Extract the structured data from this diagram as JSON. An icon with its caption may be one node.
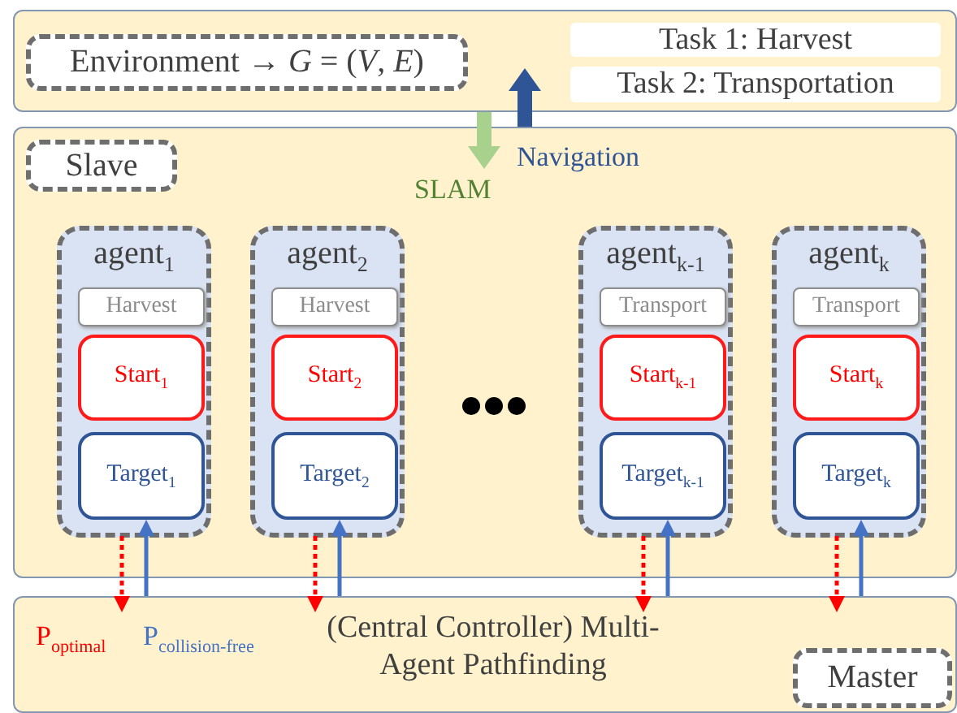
{
  "diagram": {
    "nodes": [
      {
        "text": [],
        "shape": "box"
      },
      {
        "text": [
          "Environment → *G* = (*V*, *E*)"
        ],
        "in": 0
      },
      {
        "text": [
          "Task 1: Harvest"
        ],
        "in": 0
      },
      {
        "text": [
          "Task 2: Transportation"
        ],
        "in": 0
      },
      {
        "text": [],
        "shape": "box"
      },
      {
        "text": [
          "Slave"
        ],
        "in": 4
      },
      {
        "text": [
          "agent$_{1}$"
        ],
        "in": 4
      },
      {
        "text": [
          "Harvest"
        ],
        "in": 6
      },
      {
        "text": [
          "Start$_{1}$"
        ],
        "in": 6
      },
      {
        "text": [
          "Target$_{1}$"
        ],
        "in": 6
      },
      {
        "text": [
          "agent$_{2}$"
        ],
        "in": 4
      },
      {
        "text": [
          "Harvest"
        ],
        "in": 10
      },
      {
        "text": [
          "Start$_{2}$"
        ],
        "in": 10
      },
      {
        "text": [
          "Target$_{2}$"
        ],
        "in": 10
      },
      {
        "text": [
          "agent$_{k-1}$"
        ],
        "in": 4
      },
      {
        "text": [
          "Transport"
        ],
        "in": 14
      },
      {
        "text": [
          "Start$_{k-1}$"
        ],
        "in": 14
      },
      {
        "text": [
          "Target$_{k-1}$"
        ],
        "in": 14
      },
      {
        "text": [
          "agent$_{k}$"
        ],
        "in": 4
      },
      {
        "text": [
          "Transport"
        ],
        "in": 18
      },
      {
        "text": [
          "Start$_{k}$"
        ],
        "in": 18
      },
      {
        "text": [
          "Target$_{k}$"
        ],
        "in": 18
      },
      {
        "text": [
          "(Central Controller) Multi-Agent Pathfinding"
        ]
      },
      {
        "text": [
          "Master"
        ],
        "in": 22
      }
    ],
    "edges": [
      {
        "from": 0,
        "to": 4,
        "arrow": "to",
        "label": "SLAM",
        "style": "thick",
        "color": "#a9d18e"
      },
      {
        "from": 4,
        "to": 0,
        "arrow": "to",
        "label": "Navigation",
        "style": "thick",
        "color": "#2f5597"
      },
      {
        "from": 6,
        "to": 22,
        "arrow": "to",
        "label": "P$_{optimal}$",
        "style": "dashed",
        "color": "#ff0000"
      },
      {
        "from": 22,
        "to": 6,
        "arrow": "to",
        "label": "P$_{collision-free}$",
        "color": "#4472c4"
      },
      {
        "from": 10,
        "to": 22,
        "arrow": "to",
        "style": "dashed",
        "color": "#ff0000"
      },
      {
        "from": 22,
        "to": 10,
        "arrow": "to",
        "color": "#4472c4"
      },
      {
        "from": 14,
        "to": 22,
        "arrow": "to",
        "style": "dashed",
        "color": "#ff0000"
      },
      {
        "from": 22,
        "to": 14,
        "arrow": "to",
        "color": "#4472c4"
      },
      {
        "from": 18,
        "to": 22,
        "arrow": "to",
        "style": "dashed",
        "color": "#ff0000"
      },
      {
        "from": 22,
        "to": 18,
        "arrow": "to",
        "color": "#4472c4"
      }
    ]
  }
}
